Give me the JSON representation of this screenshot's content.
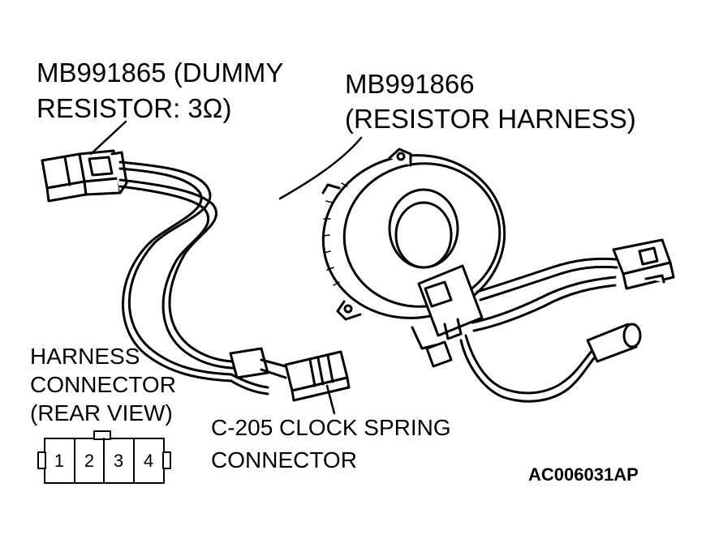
{
  "labels": {
    "dummy_resistor_line1": "MB991865 (DUMMY",
    "dummy_resistor_line2": "RESISTOR: 3Ω)",
    "resistor_harness_line1": "MB991866",
    "resistor_harness_line2": "(RESISTOR HARNESS)",
    "harness_connector_line1": "HARNESS",
    "harness_connector_line2": "CONNECTOR",
    "harness_connector_line3": "(REAR VIEW)",
    "clock_spring_line1": "C-205 CLOCK SPRING",
    "clock_spring_line2": "CONNECTOR",
    "figure_code": "AC006031AP"
  },
  "connector_pins": [
    "1",
    "2",
    "3",
    "4"
  ]
}
